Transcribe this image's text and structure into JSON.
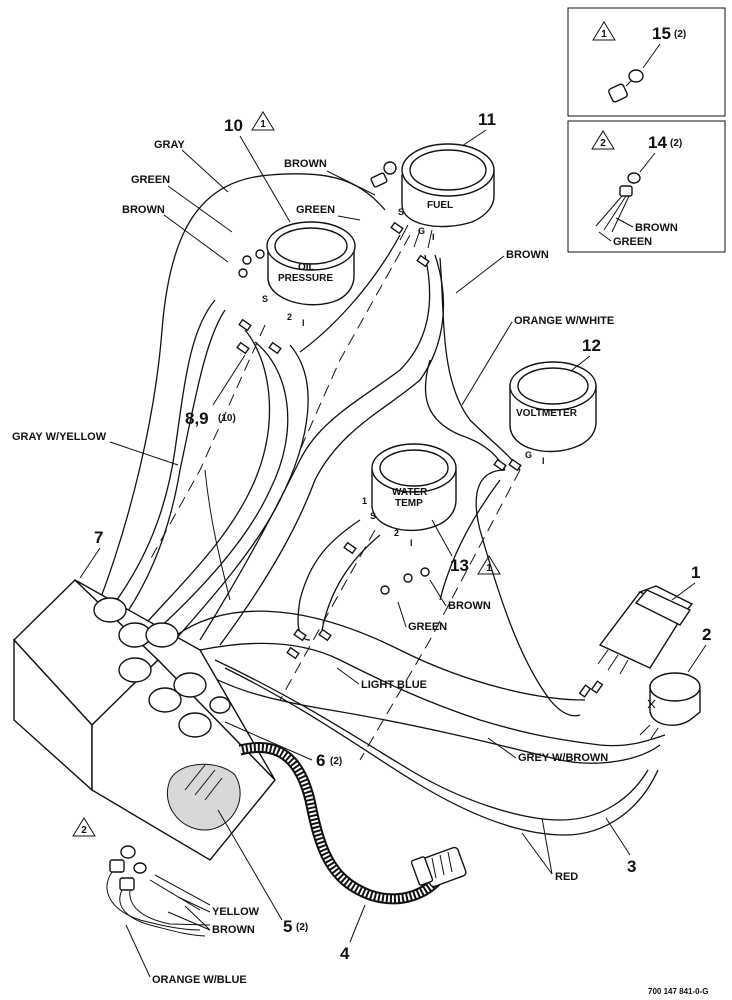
{
  "callouts": {
    "c1": "1",
    "c2": "2",
    "c3": "3",
    "c4": "4",
    "c5": "5",
    "c5q": "(2)",
    "c6": "6",
    "c6q": "(2)",
    "c7": "7",
    "c89": "8,9",
    "c89q": "(10)",
    "c10": "10",
    "c11": "11",
    "c12": "12",
    "c13": "13",
    "c14": "14",
    "c14q": "(2)",
    "c15": "15",
    "c15q": "(2)"
  },
  "notes": {
    "n1": "1",
    "n2": "2"
  },
  "gauges": {
    "oil": [
      "OIL",
      "PRESSURE"
    ],
    "fuel": "FUEL",
    "volt": "VOLTMETER",
    "water": [
      "WATER",
      "TEMP"
    ]
  },
  "pins": {
    "s": "S",
    "g": "G",
    "i": "I",
    "one": "1",
    "two": "2"
  },
  "wires": {
    "gray": "GRAY",
    "green": "GREEN",
    "brown": "BROWN",
    "orange_white": "ORANGE W/WHITE",
    "gray_yellow": "GRAY W/YELLOW",
    "light_blue": "LIGHT BLUE",
    "grey_brown": "GREY W/BROWN",
    "red": "RED",
    "yellow": "YELLOW",
    "orange_blue": "ORANGE W/BLUE"
  },
  "footer": {
    "code": "700 147 841-0-G"
  },
  "icons": [
    "note-triangle-icon",
    "gauge-icon",
    "bulb-icon",
    "harness-connector-icon"
  ]
}
